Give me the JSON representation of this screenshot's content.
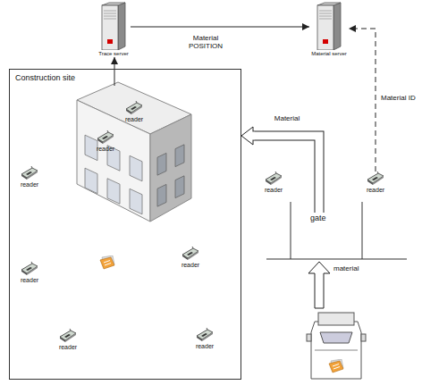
{
  "diagram": {
    "nodes": [
      {
        "text": [
          "Trace server"
        ]
      },
      {
        "text": [
          "Material server"
        ]
      },
      {
        "text": [
          "Construction site"
        ]
      },
      {
        "text": [
          "reader"
        ],
        "in": 2
      },
      {
        "text": [
          "reader"
        ],
        "in": 2
      },
      {
        "text": [
          "reader"
        ],
        "in": 2
      },
      {
        "text": [
          "reader"
        ],
        "in": 2
      },
      {
        "text": [
          "reader"
        ],
        "in": 2
      },
      {
        "text": [
          "reader"
        ],
        "in": 2
      },
      {
        "text": [
          "reader"
        ],
        "in": 2
      },
      {
        "text": [
          "reader"
        ]
      },
      {
        "text": [
          "reader"
        ]
      },
      {
        "text": [
          "gate"
        ]
      }
    ],
    "edges": [
      {
        "from": 0,
        "to": 1,
        "label": "Material POSITION",
        "arrow": "to"
      },
      {
        "from": 2,
        "to": 0,
        "arrow": "to"
      },
      {
        "from": 11,
        "to": 1,
        "label": "Material ID",
        "arrow": "to"
      },
      {
        "from": 12,
        "to": 2,
        "label": "Material",
        "arrow": "to"
      }
    ],
    "labels": [
      "material"
    ]
  }
}
